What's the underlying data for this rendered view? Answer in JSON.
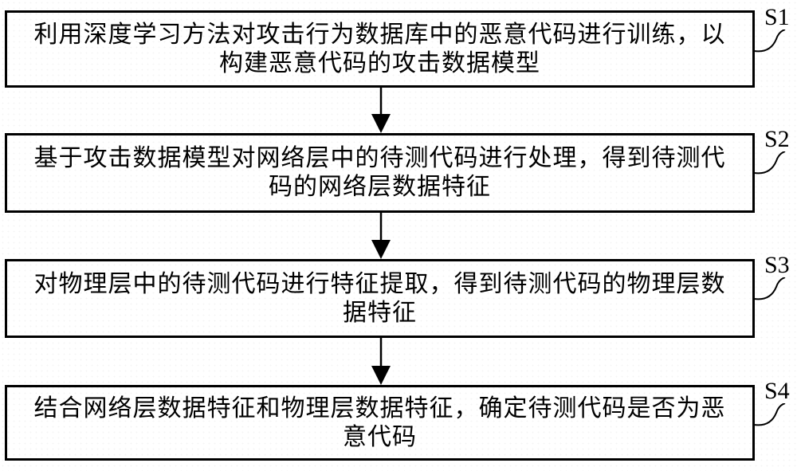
{
  "figure": {
    "type": "flowchart",
    "background_color": "#ffffff",
    "line_color": "#000000",
    "steps": [
      {
        "label": "S1",
        "lines": [
          "利用深度学习方法对攻击行为数据库中的恶意代码进行训练，以",
          "构建恶意代码的攻击数据模型"
        ]
      },
      {
        "label": "S2",
        "lines": [
          "基于攻击数据模型对网络层中的待测代码进行处理，得到待测代",
          "码的网络层数据特征"
        ]
      },
      {
        "label": "S3",
        "lines": [
          "对物理层中的待测代码进行特征提取，得到待测代码的物理层数",
          "据特征"
        ]
      },
      {
        "label": "S4",
        "lines": [
          "结合网络层数据特征和物理层数据特征，确定待测代码是否为恶",
          "意代码"
        ]
      }
    ]
  }
}
